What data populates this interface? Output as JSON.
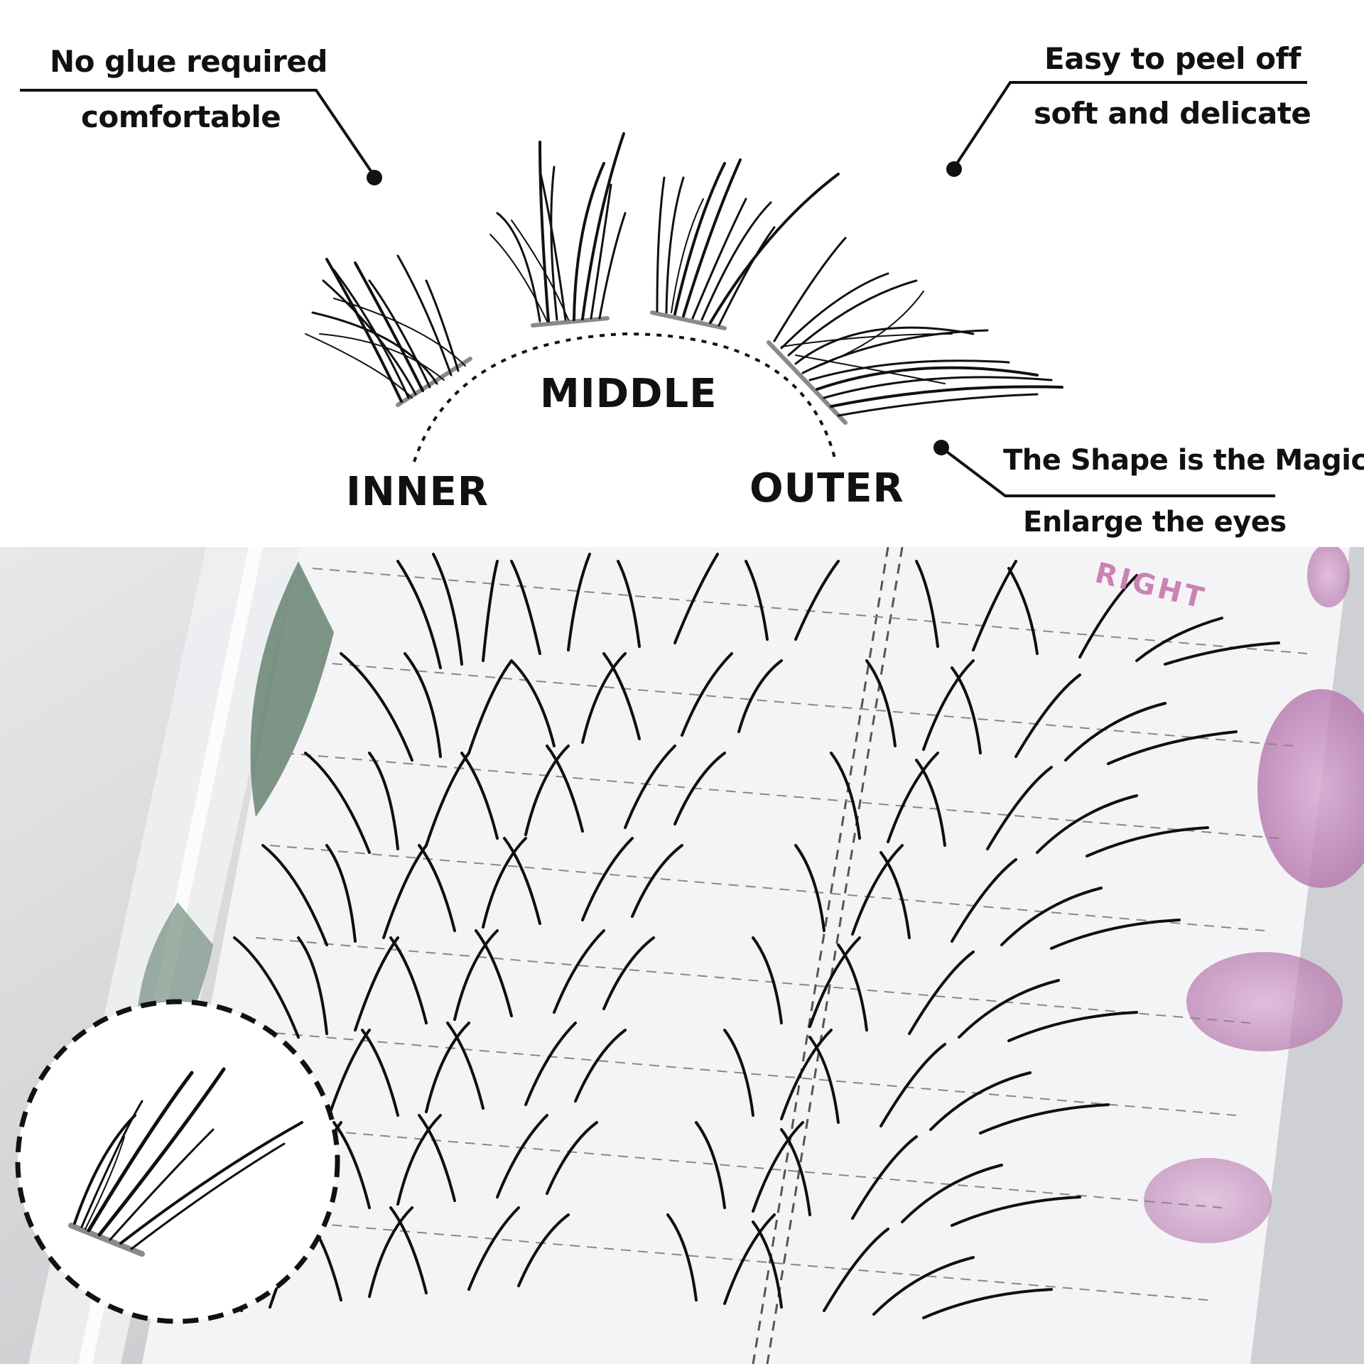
{
  "callouts": {
    "top_left": {
      "line1": "No glue required",
      "line2": "comfortable"
    },
    "top_right": {
      "line1": "Easy to peel off",
      "line2": "soft and delicate"
    },
    "bottom_right": {
      "line1": "The Shape is the Magic.",
      "line2": "Enlarge the eyes"
    }
  },
  "segments": {
    "inner": "INNER",
    "middle": "MIDDLE",
    "outer": "OUTER"
  },
  "tray": {
    "side_label": "RIGHT"
  },
  "colors": {
    "ink": "#111111",
    "tray_bg": "#dcdde0",
    "card": "#f4f4f6",
    "leaf_green": "#5f7d6c",
    "petal_pink": "#c98fc4"
  }
}
